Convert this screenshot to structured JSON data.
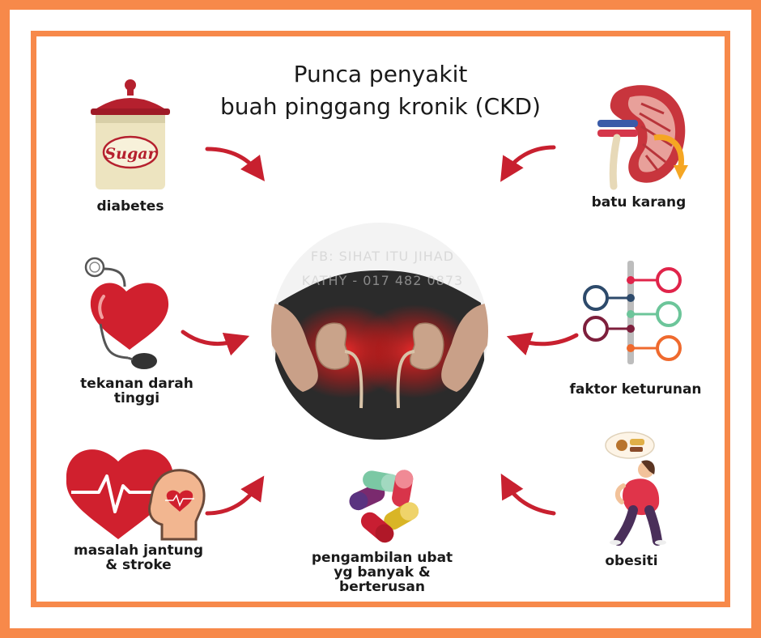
{
  "title": {
    "line1": "Punca penyakit",
    "line2": "buah pinggang kronik (CKD)"
  },
  "causes": [
    {
      "id": "diabetes",
      "label": "diabetes",
      "icon": "sugar-jar-icon",
      "jar_text": "Sugar"
    },
    {
      "id": "kidney-stone",
      "label": "batu karang",
      "icon": "kidney-icon"
    },
    {
      "id": "hypertension",
      "label_line1": "tekanan darah",
      "label_line2": "tinggi",
      "icon": "heart-blood-pressure-icon"
    },
    {
      "id": "heredity",
      "label": "faktor keturunan",
      "icon": "family-tree-icon"
    },
    {
      "id": "heart-stroke",
      "label_line1": "masalah jantung",
      "label_line2": "& stroke",
      "icon": "heart-brain-icon"
    },
    {
      "id": "medication",
      "label_line1": "pengambilan ubat",
      "label_line2": "yg banyak &",
      "label_line3": "berterusan",
      "icon": "pills-icon"
    },
    {
      "id": "obesity",
      "label": "obesiti",
      "icon": "obese-person-icon"
    }
  ],
  "center": {
    "watermark_line1": "FB: SIHAT ITU JIHAD",
    "watermark_line2": "KATHY - 017 482 0873",
    "icon": "back-kidney-pain-icon"
  },
  "colors": {
    "border": "#F7894A",
    "arrow": "#C8202F",
    "heart": "#D0202E",
    "tree_red": "#E0244A",
    "tree_green": "#6CC59A",
    "tree_orange": "#EF6A2E",
    "tree_navy": "#2D4A6B",
    "tree_maroon": "#7E1F3C"
  }
}
